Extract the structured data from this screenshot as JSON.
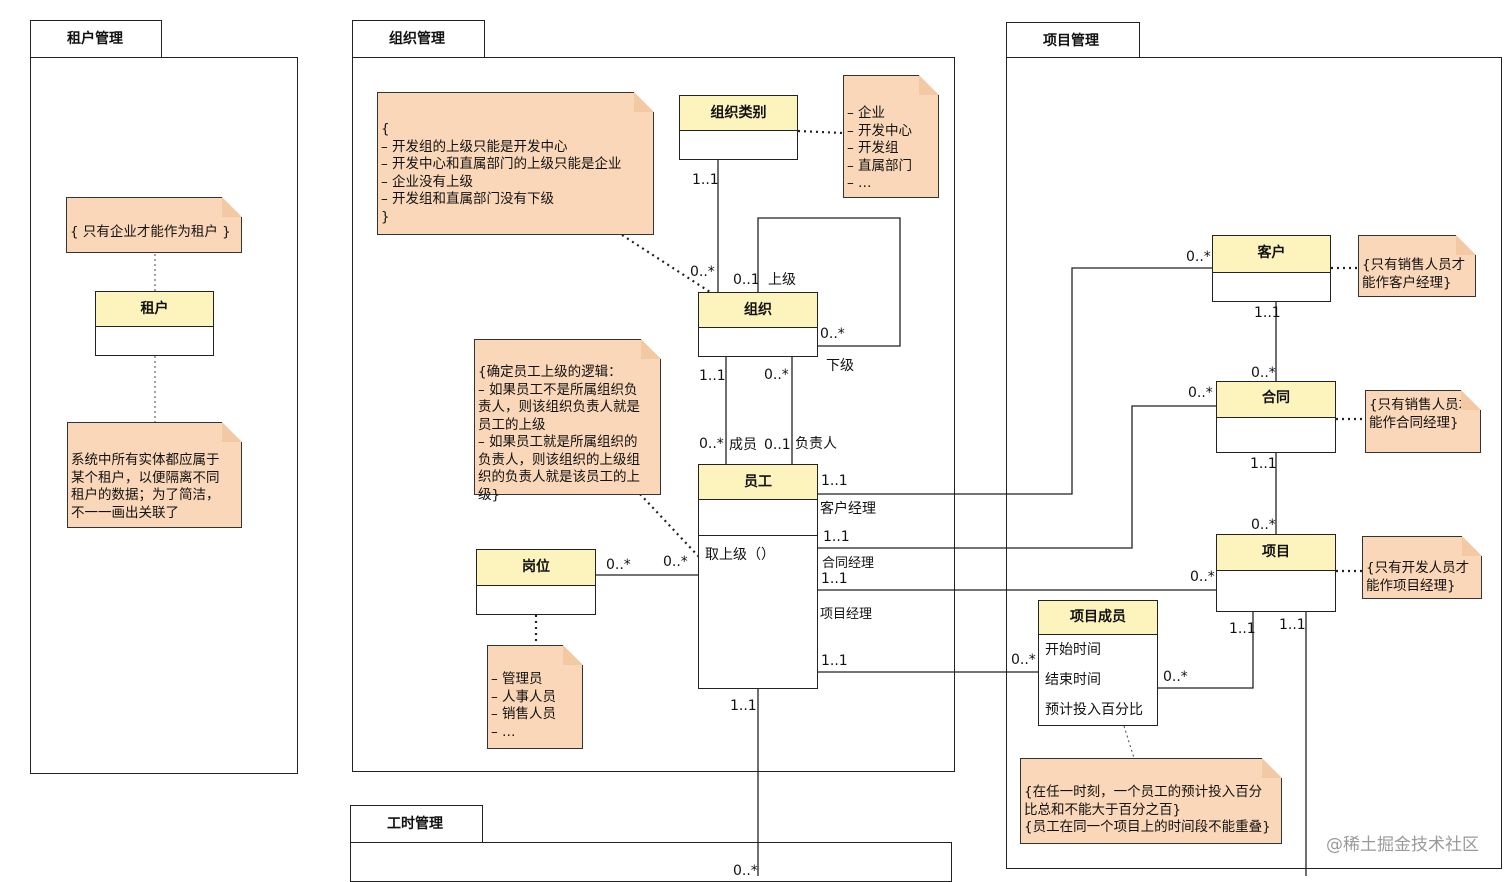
{
  "packages": {
    "tenant": "租户管理",
    "org": "组织管理",
    "project": "项目管理",
    "worktime": "工时管理"
  },
  "classes": {
    "tenant": "租户",
    "org_category": "组织类别",
    "org": "组织",
    "employee": "员工",
    "employee_method": "取上级（）",
    "position": "岗位",
    "customer": "客户",
    "contract": "合同",
    "project": "项目",
    "project_member": "项目成员",
    "member_attrs": [
      "开始时间",
      "结束时间",
      "预计投入百分比"
    ]
  },
  "notes": {
    "tenant_rule": "{ 只有企业才能作为租户 }",
    "tenant_desc": "系统中所有实体都应属于\n某个租户，以便隔离不同\n租户的数据；为了简洁，\n不一一画出关联了",
    "org_rules": "{\n– 开发组的上级只能是开发中心\n– 开发中心和直属部门的上级只能是企业\n– 企业没有上级\n– 开发组和直属部门没有下级\n}",
    "org_categories": "– 企业\n– 开发中心\n– 开发组\n– 直属部门\n– …",
    "superior_logic": "{确定员工上级的逻辑：\n– 如果员工不是所属组织负\n责人，则该组织负责人就是\n员工的上级\n– 如果员工就是所属组织的\n负责人，则该组织的上级组\n织的负责人就是该员工的上\n级}",
    "positions": "– 管理员\n– 人事人员\n– 销售人员\n– …",
    "customer_rule": "{只有销售人员才\n能作客户经理}",
    "contract_rule": "{只有销售人员才\n能作合同经理}",
    "project_rule": "{只有开发人员才\n能作项目经理}",
    "member_rule": "{在任一时刻，一个员工的预计投入百分\n比总和不能大于百分之百}\n{员工在同一个项目上的时间段不能重叠}"
  },
  "labels": {
    "cat_org_1": "1..1",
    "cat_org_2": "0..*",
    "sup_mult": "0..1",
    "sup_role": "上级",
    "sub_mult": "0..*",
    "sub_role": "下级",
    "org_emp_1": "1..1",
    "org_emp_2": "0..*",
    "member_mult": "0..*",
    "member_role": "成员",
    "org_head_1": "0..*",
    "head_mult": "0..1",
    "head_role": "负责人",
    "cust_mgr_mult": "1..1",
    "cust_mgr_role": "客户经理",
    "contract_mgr_mult": "1..1",
    "contract_mgr_role": "合同经理",
    "proj_mgr_mult": "1..1",
    "proj_mgr_role": "项目经理",
    "pos_mult": "0..*",
    "pos_emp_mult": "0..*",
    "cust_mult": "0..*",
    "cust_contract_1": "1..1",
    "cust_contract_2": "0..*",
    "contract_mult": "0..*",
    "contract_proj_1": "1..1",
    "contract_proj_2": "0..*",
    "proj_mult": "0..*",
    "emp_member_1": "1..1",
    "emp_member_2": "0..*",
    "proj_member_1": "1..1",
    "proj_member_2": "0..*",
    "proj_right": "1..1",
    "emp_worktime": "1..1",
    "worktime_mult": "0..*"
  },
  "watermark": "@稀土掘金技术社区"
}
